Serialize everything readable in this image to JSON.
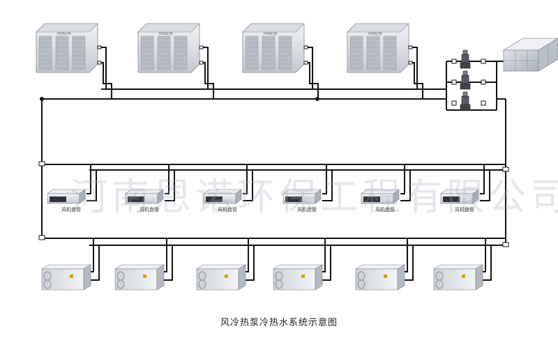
{
  "caption": "风冷热泵冷热水系统示意图",
  "watermark": "河南恩诺环保工程有限公司",
  "units": {
    "heat_pumps": [
      {
        "brand": "HITACHI"
      },
      {
        "brand": "HITACHI"
      },
      {
        "brand": "HITACHI"
      },
      {
        "brand": "HITACHI"
      }
    ],
    "fan_coils": [
      {
        "label": "风机盘管"
      },
      {
        "label": "风机盘管"
      },
      {
        "label": "风机盘管"
      },
      {
        "label": "风机盘管"
      },
      {
        "label": "风机盘管"
      },
      {
        "label": "风机盘管"
      }
    ],
    "ahu_count": 6,
    "pump_count": 3
  },
  "colors": {
    "pipe": "#111111",
    "chassis": "#e8eaee",
    "chassis_dark": "#9aa0a8"
  }
}
